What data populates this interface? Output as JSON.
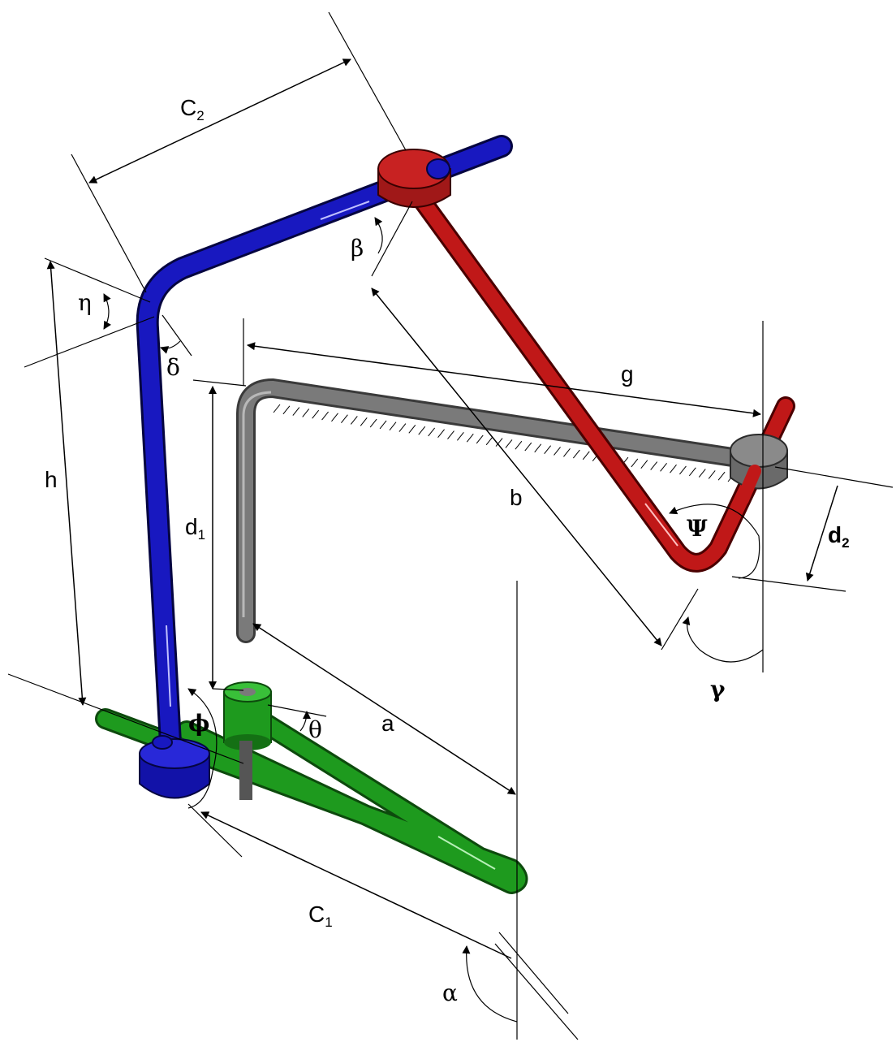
{
  "labels": {
    "c2": "C",
    "c2_sub": "2",
    "c1": "C",
    "c1_sub": "1",
    "d1": "d",
    "d1_sub": "1",
    "d2": "d",
    "d2_sub": "2",
    "a": "a",
    "b": "b",
    "g": "g",
    "h": "h",
    "eta": "η",
    "delta": "δ",
    "beta": "β",
    "psi": "Ψ",
    "gamma": "γ",
    "phi": "ϕ",
    "theta": "θ",
    "alpha": "α"
  },
  "colors": {
    "blue_link": "#1010a0",
    "red_link": "#b01010",
    "green_link": "#1a8a1a",
    "gray_frame": "#707070",
    "red_collar": "#a01818",
    "green_collar": "#1e9a1e",
    "gray_collar": "#7a7a7a"
  }
}
